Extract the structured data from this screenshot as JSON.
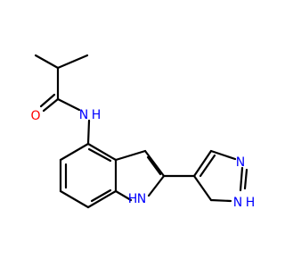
{
  "molecule": {
    "atoms": {
      "O": {
        "symbol": "O",
        "color": "#ff0000"
      },
      "NH_amide": {
        "symbol": "N",
        "h": "H",
        "color": "#0000ff"
      },
      "NH_indole_h": {
        "symbol": "H",
        "color": "#0000ff"
      },
      "NH_indole_n": {
        "symbol": "N",
        "color": "#0000ff"
      },
      "N_pyrazole": {
        "symbol": "N",
        "color": "#0000ff"
      },
      "NH_pyrazole_n": {
        "symbol": "N",
        "h": "H",
        "color": "#0000ff"
      }
    },
    "bond_color": "#000000"
  }
}
